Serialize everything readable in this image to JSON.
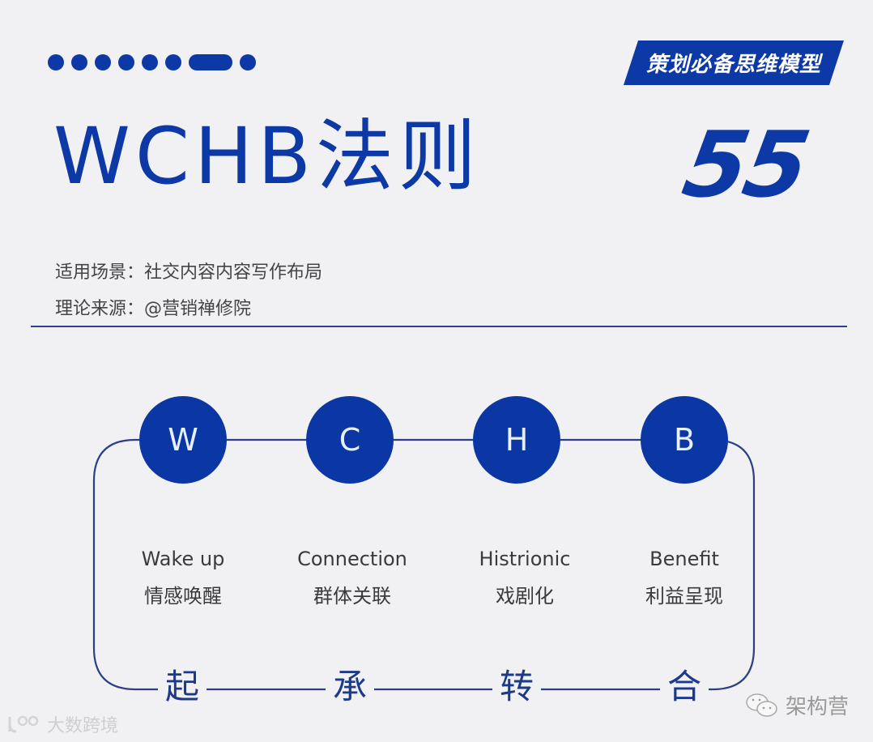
{
  "header": {
    "progress_dots": {
      "count_before": 6,
      "active_index": 6,
      "count_after": 1
    },
    "title": "WCHB法则",
    "banner_label": "策划必备思维模型",
    "number": "55"
  },
  "info": {
    "scene_label": "适用场景：",
    "scene_value": "社交内容内容写作布局",
    "source_label": "理论来源：",
    "source_value": "@营销禅修院"
  },
  "steps": [
    {
      "letter": "W",
      "en": "Wake up",
      "zh": "情感唤醒"
    },
    {
      "letter": "C",
      "en": "Connection",
      "zh": "群体关联"
    },
    {
      "letter": "H",
      "en": "Histrionic",
      "zh": "戏剧化"
    },
    {
      "letter": "B",
      "en": "Benefit",
      "zh": "利益呈现"
    }
  ],
  "stages": [
    "起",
    "承",
    "转",
    "合"
  ],
  "watermarks": {
    "left": "大数跨境",
    "left_icon": "100-logo-icon",
    "right": "架构营",
    "right_icon": "wechat-icon"
  },
  "colors": {
    "primary": "#0d39a6",
    "line": "#2f3f8f",
    "background": "#f1f1f3",
    "text": "#3a3a3a"
  }
}
